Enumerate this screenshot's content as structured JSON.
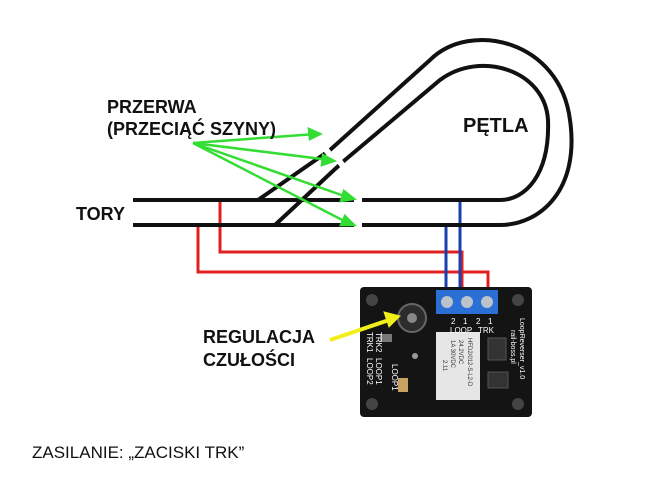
{
  "labels": {
    "przerwa_line1": "PRZERWA",
    "przerwa_line2": "(PRZECIĄĆ SZYNY)",
    "petla": "PĘTLA",
    "tory": "TORY",
    "regulacja_line1": "REGULACJA",
    "regulacja_line2": "CZUŁOŚCI",
    "zasilanie": "ZASILANIE: „ZACISKI TRK”"
  },
  "board": {
    "terminal_top_labels": [
      "2",
      "1",
      "2",
      "1"
    ],
    "terminal_group_labels": [
      "LOOP",
      "TRK"
    ],
    "product_id": "LoopReverser_v1.0",
    "brand": "rail-boss.pl",
    "relay_text": [
      "HFD2/012-S-L2-D",
      "24.2VDC",
      "1A 30VDC",
      "2.11"
    ],
    "silk_trk1": "TRK1",
    "silk_trk2": "TRK2",
    "silk_loop1": "LOOP1",
    "silk_loop2": "LOOP2",
    "silk_loop1b": "LOOP1"
  },
  "colors": {
    "rail": "#111111",
    "gap_arrow": "#33dd33",
    "wire_red": "#e02020",
    "wire_blue": "#1a3fb0",
    "terminal_block": "#2a6fd6",
    "pcb": "#141414",
    "pointer_arrow": "#f2ee1a"
  }
}
